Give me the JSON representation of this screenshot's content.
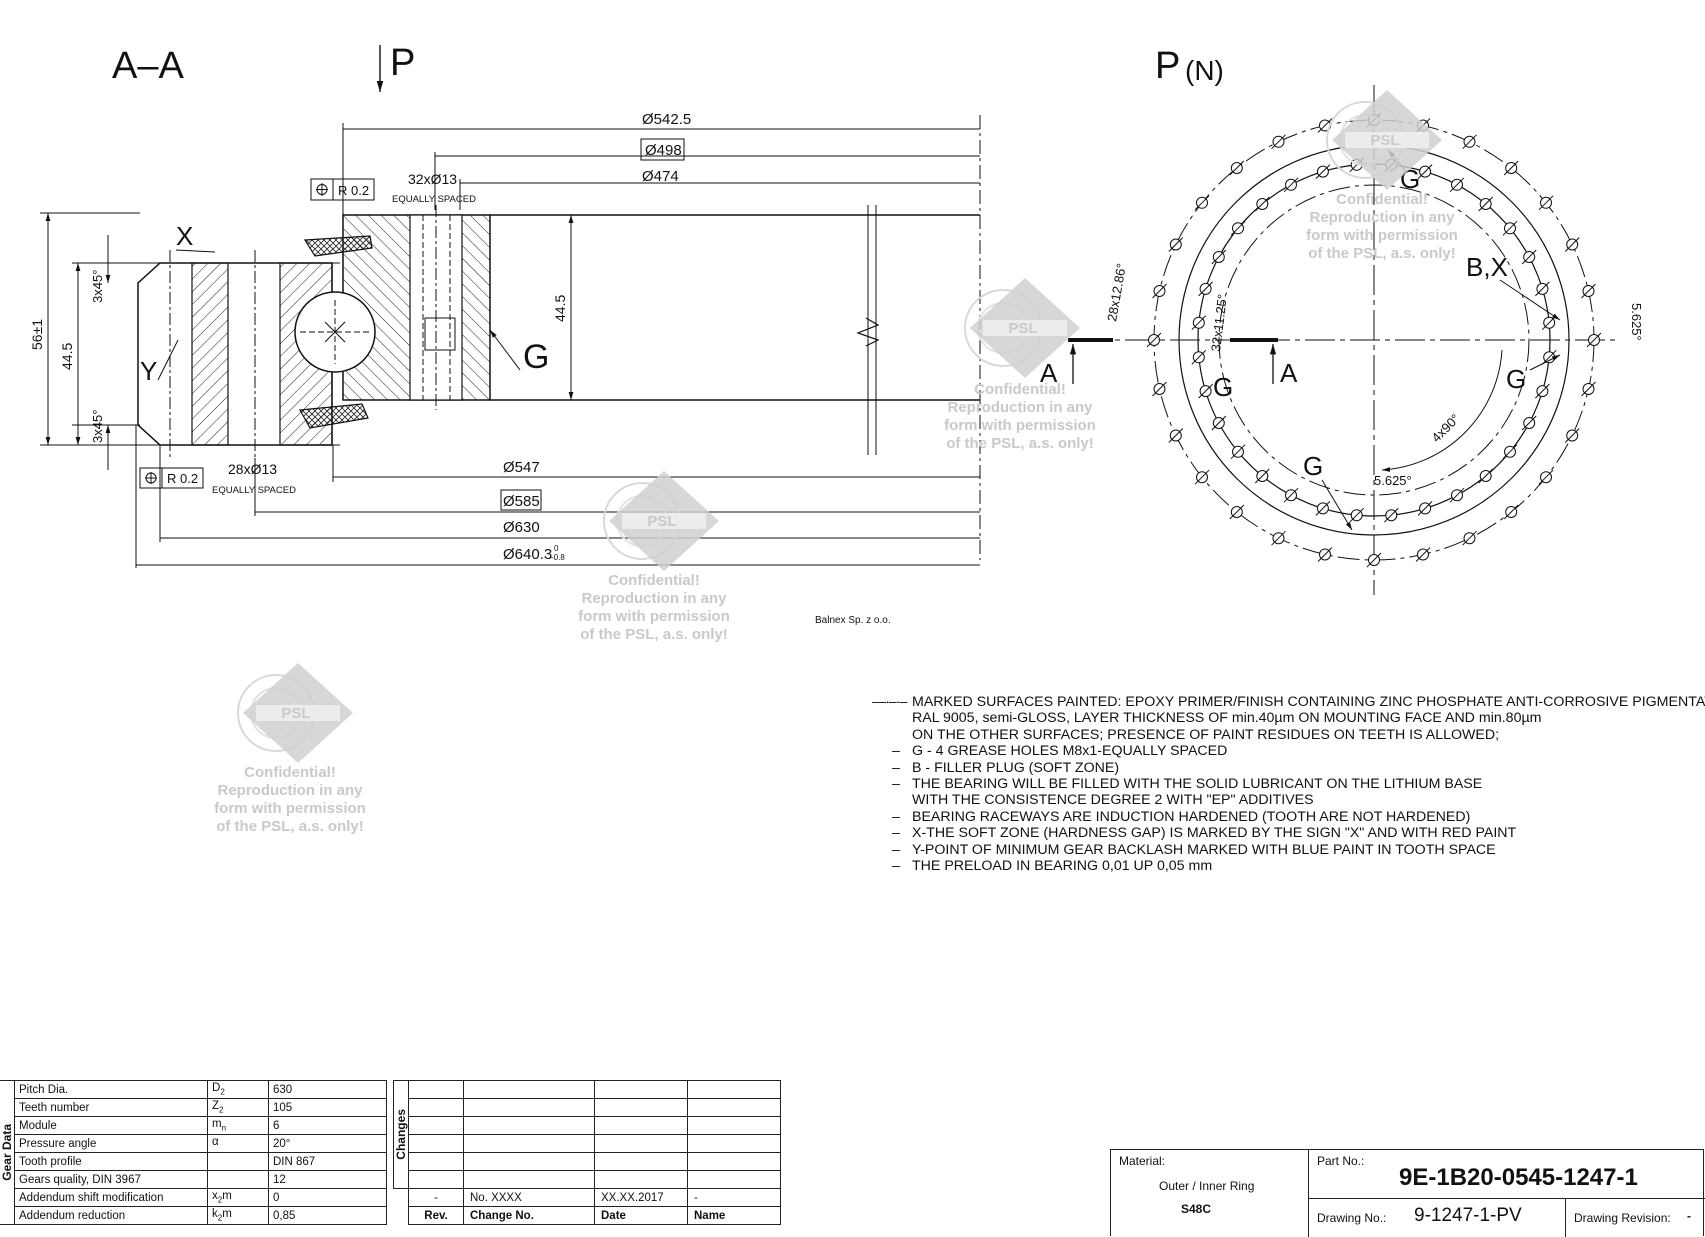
{
  "section_view": {
    "title": "A–A",
    "arrow_label": "P",
    "dims": {
      "d542": "Ø542.5",
      "d498": "Ø498",
      "d474": "Ø474",
      "holes_top": "32xØ13",
      "equally_spaced": "EQUALLY SPACED",
      "pos_tol": "R 0.2",
      "h56": "56±1",
      "h44_left": "44.5",
      "h44_inner": "44.5",
      "ch1": "3x45°",
      "ch2": "3x45°",
      "holes_bottom": "28xØ13",
      "d547": "Ø547",
      "d585": "Ø585",
      "d630": "Ø630",
      "d640": "Ø640.3",
      "d640_tol_up": "0",
      "d640_tol_low": "-0.8"
    },
    "labels": {
      "x": "X",
      "y": "Y",
      "g": "G"
    }
  },
  "plan_view": {
    "title": "P",
    "title_suffix": "(N)",
    "labels": {
      "g": "G",
      "bx": "B,X",
      "a": "A"
    },
    "dims": {
      "outer_pitch": "28x12.86°",
      "inner_pitch": "32x11.25°",
      "angle_right": "5.625°",
      "angle_bottom": "5.625°",
      "grease": "4x90°"
    }
  },
  "company_note": "Balnex Sp. z o.o.",
  "watermark": {
    "logo_text": "PSL",
    "line1": "Confidential!",
    "line2": "Reproduction in any",
    "line3": "form with permission",
    "line4": "of the PSL, a.s. only!"
  },
  "notes": [
    {
      "dash": "—·–·–",
      "lines": [
        "MARKED SURFACES PAINTED: EPOXY PRIMER/FINISH CONTAINING ZINC PHOSPHATE ANTI-CORROSIVE PIGMENTATION,",
        "RAL 9005, semi-GLOSS, LAYER THICKNESS OF min.40µm ON MOUNTING FACE AND min.80µm",
        "ON THE OTHER SURFACES;  PRESENCE OF PAINT RESIDUES ON TEETH IS ALLOWED;"
      ]
    },
    {
      "dash": "–",
      "lines": [
        "G - 4 GREASE HOLES M8x1-EQUALLY SPACED"
      ]
    },
    {
      "dash": "–",
      "lines": [
        "B - FILLER PLUG (SOFT ZONE)"
      ]
    },
    {
      "dash": "–",
      "lines": [
        "THE BEARING WILL BE FILLED WITH THE SOLID LUBRICANT ON THE LITHIUM BASE",
        "WITH THE CONSISTENCE DEGREE 2 WITH \"EP\" ADDITIVES"
      ]
    },
    {
      "dash": "–",
      "lines": [
        "BEARING RACEWAYS ARE INDUCTION HARDENED (TOOTH ARE NOT HARDENED)"
      ]
    },
    {
      "dash": "–",
      "lines": [
        "X-THE SOFT ZONE (HARDNESS GAP) IS MARKED BY THE SIGN \"X\" AND WITH RED PAINT"
      ]
    },
    {
      "dash": "–",
      "lines": [
        "Y-POINT OF MINIMUM GEAR BACKLASH MARKED WITH BLUE PAINT IN TOOTH SPACE"
      ]
    },
    {
      "dash": "–",
      "lines": [
        "THE PRELOAD IN BEARING 0,01 UP 0,05 mm"
      ]
    }
  ],
  "gear_data": {
    "side_label": "Gear Data",
    "rows": [
      {
        "name": "Pitch Dia.",
        "sym": "D",
        "sub": "2",
        "suffix": "",
        "value": "630"
      },
      {
        "name": "Teeth number",
        "sym": "Z",
        "sub": "2",
        "suffix": "",
        "value": "105"
      },
      {
        "name": "Module",
        "sym": "m",
        "sub": "n",
        "suffix": "",
        "value": "6"
      },
      {
        "name": "Pressure angle",
        "sym": "α",
        "sub": "",
        "suffix": "",
        "value": "20°"
      },
      {
        "name": "Tooth profile",
        "sym": "",
        "sub": "",
        "suffix": "",
        "value": "DIN 867"
      },
      {
        "name": "Gears quality, DIN 3967",
        "sym": "",
        "sub": "",
        "suffix": "",
        "value": "12"
      },
      {
        "name": "Addendum shift modification",
        "sym": "x",
        "sub": "2",
        "suffix": "m",
        "value": "0"
      },
      {
        "name": "Addendum reduction",
        "sym": "k",
        "sub": "2",
        "suffix": "m",
        "value": "0,85"
      }
    ]
  },
  "changes": {
    "side_label": "Changes",
    "last_row": [
      "-",
      "No. XXXX",
      "XX.XX.2017",
      "-"
    ],
    "headers": [
      "Rev.",
      "Change No.",
      "Date",
      "Name"
    ]
  },
  "title_block": {
    "material_label": "Material:",
    "material_value": "Outer / Inner Ring",
    "material_grade": "S48C",
    "part_label": "Part No.:",
    "part_no": "9E-1B20-0545-1247-1",
    "drawing_label": "Drawing No.:",
    "drawing_no": "9-1247-1-PV",
    "revision_label": "Drawing Revision:",
    "revision": "-"
  }
}
